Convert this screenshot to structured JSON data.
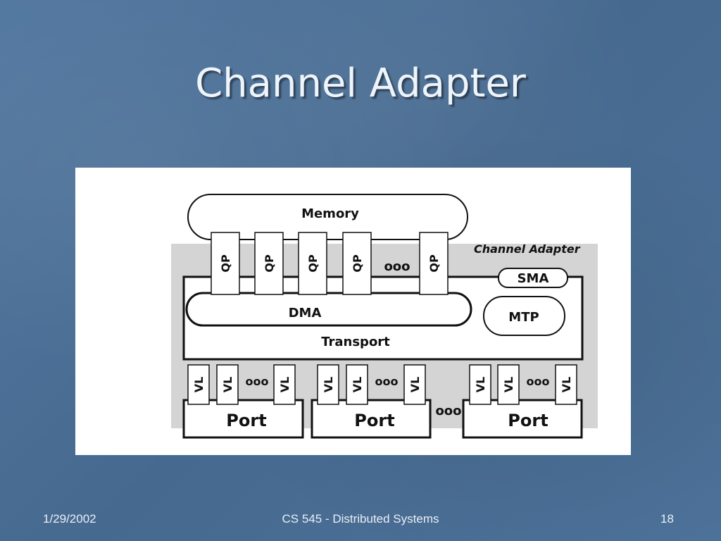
{
  "slide": {
    "title": "Channel Adapter"
  },
  "diagram": {
    "memory_label": "Memory",
    "channel_adapter_label": "Channel Adapter",
    "sma_label": "SMA",
    "mtp_label": "MTP",
    "dma_label": "DMA",
    "transport_label": "Transport",
    "qp_label": "QP",
    "vl_label": "VL",
    "port_label": "Port",
    "ellipsis_glyph": "ooo"
  },
  "footer": {
    "date": "1/29/2002",
    "course": "CS 545 - Distributed Systems",
    "page_number": "18"
  }
}
